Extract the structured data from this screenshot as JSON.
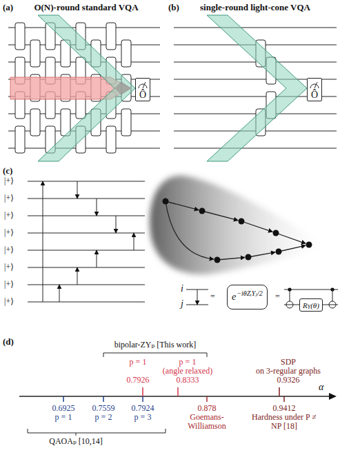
{
  "diagram": {
    "nodes": [
      {
        "text": [
          "Ô"
        ]
      },
      {
        "text": [
          "Ô"
        ]
      },
      {
        "text": [
          "e",
          "−iθZᵢYⱼ/2"
        ]
      },
      {
        "text": [
          "R",
          "Y",
          "(θ)"
        ]
      }
    ],
    "labels": [
      "(a)",
      "O(N)-round standard VQA",
      "(b)",
      "single-round light-cone VQA",
      "(c)",
      "|+⟩",
      "|+⟩",
      "|+⟩",
      "|+⟩",
      "|+⟩",
      "|+⟩",
      "|+⟩",
      "|+⟩",
      "i",
      "j",
      "=",
      "=",
      "(d)",
      "bipolar-ZYₚ [This work]",
      "p = 1",
      "p = 1",
      "(angle relaxed)",
      "0.7926",
      "0.8333",
      "SDP",
      "on 3-regular graphs",
      "0.9326",
      "α",
      "0.6925",
      "p = 1",
      "0.7559",
      "p = 2",
      "0.7924",
      "p = 3",
      "0.878",
      "Goemans-Williamson",
      "0.9412",
      "Hardness under P ≠ NP [18]",
      "QAOAₚ [10,14]"
    ]
  }
}
